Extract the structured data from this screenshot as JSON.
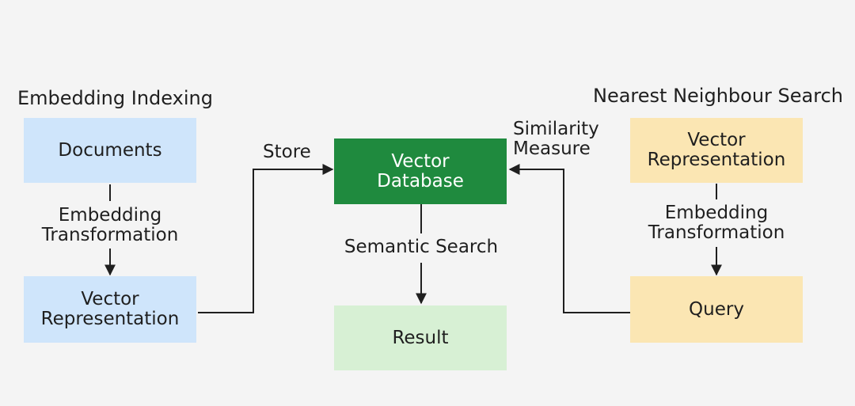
{
  "sections": {
    "left_title": "Embedding Indexing",
    "right_title": "Nearest Neighbour Search"
  },
  "nodes": {
    "documents": "Documents",
    "left_vector_line1": "Vector",
    "left_vector_line2": "Representation",
    "db_line1": "Vector",
    "db_line2": "Database",
    "result": "Result",
    "right_vector_line1": "Vector",
    "right_vector_line2": "Representation",
    "query": "Query"
  },
  "edges": {
    "left_embed_line1": "Embedding",
    "left_embed_line2": "Transformation",
    "store": "Store",
    "semantic_search": "Semantic Search",
    "similarity_line1": "Similarity",
    "similarity_line2": "Measure",
    "right_embed_line1": "Embedding",
    "right_embed_line2": "Transformation"
  },
  "colors": {
    "blue_box": "#cfe5fb",
    "db_box": "#1f8a3e",
    "result_box": "#d7f0d4",
    "yellow_box": "#fbe6b3",
    "background": "#f4f4f4"
  }
}
